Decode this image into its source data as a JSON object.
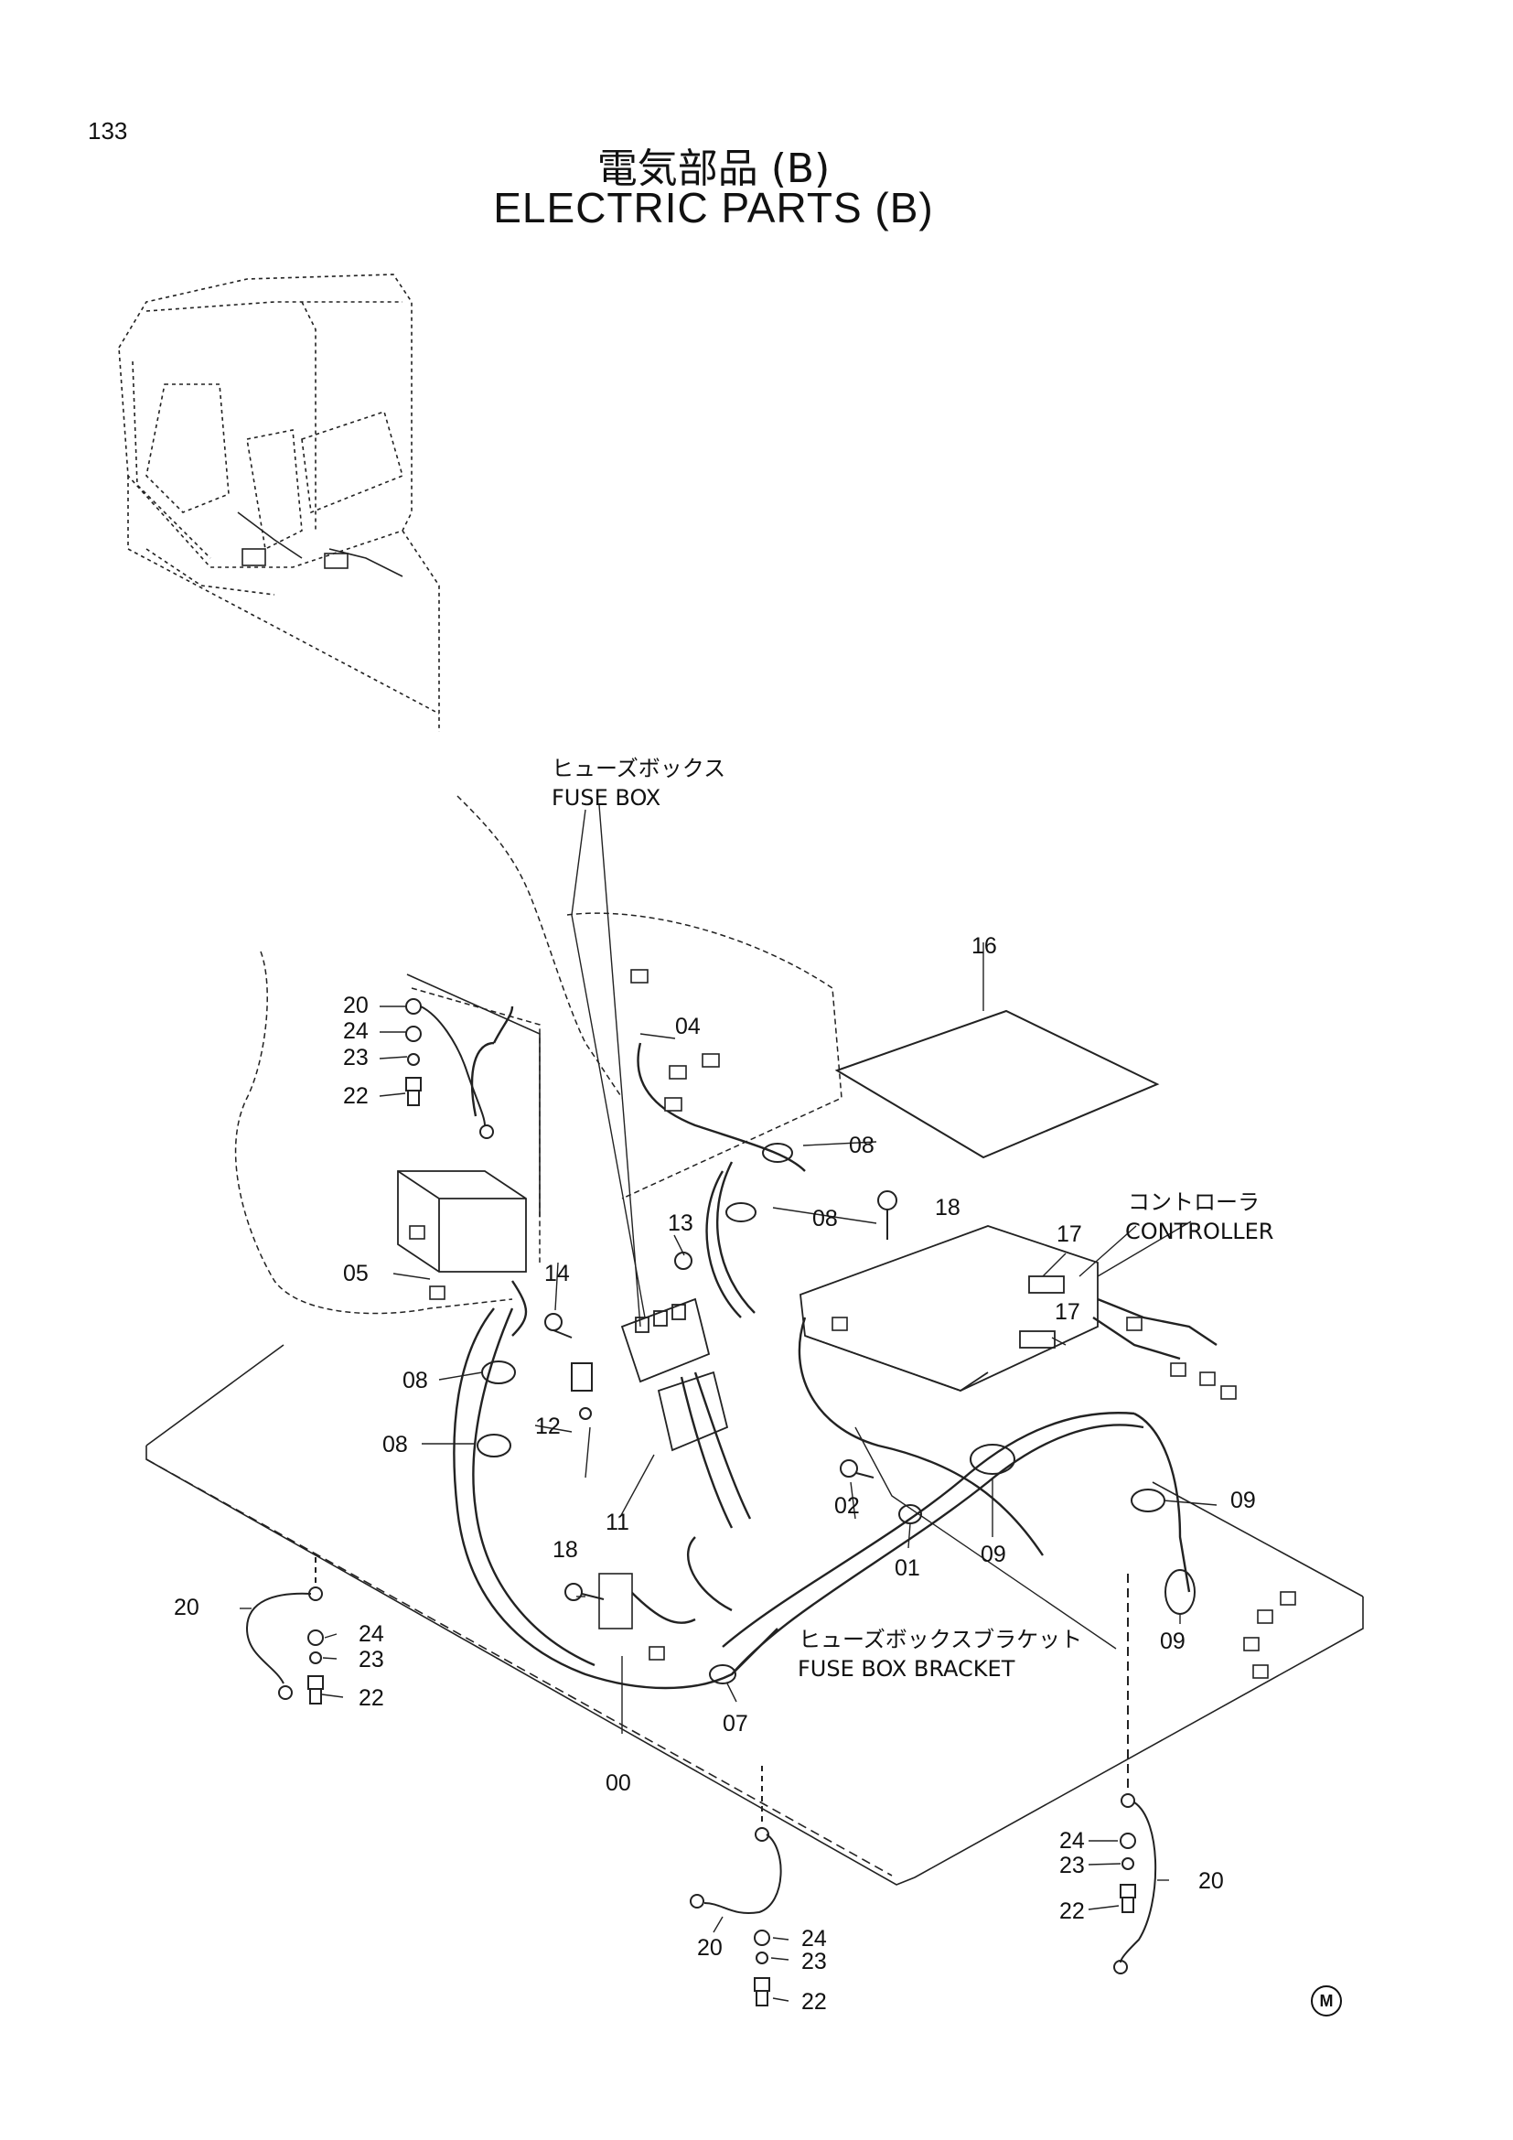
{
  "page_number": "133",
  "title_ja": "電気部品 (B)",
  "title_en": "ELECTRIC  PARTS (B)",
  "callouts": {
    "fuse_box_ja": "ヒューズボックス",
    "fuse_box_en": "FUSE BOX",
    "controller_ja": "コントローラ",
    "controller_en": "CONTROLLER",
    "fuse_box_bracket_ja": "ヒューズボックスブラケット",
    "fuse_box_bracket_en": "FUSE BOX BRACKET"
  },
  "part_numbers": {
    "n00": "00",
    "n01": "01",
    "n02": "02",
    "n04": "04",
    "n05": "05",
    "n07": "07",
    "n08a": "08",
    "n08b": "08",
    "n08c": "08",
    "n08d": "08",
    "n09a": "09",
    "n09b": "09",
    "n09c": "09",
    "n11": "11",
    "n12": "12",
    "n13": "13",
    "n14": "14",
    "n16": "16",
    "n17a": "17",
    "n17b": "17",
    "n18a": "18",
    "n18b": "18",
    "n20a": "20",
    "n20b": "20",
    "n20c": "20",
    "n20d": "20",
    "n22a": "22",
    "n22b": "22",
    "n22c": "22",
    "n22d": "22",
    "n23a": "23",
    "n23b": "23",
    "n23c": "23",
    "n23d": "23",
    "n24a": "24",
    "n24b": "24",
    "n24c": "24",
    "n24d": "24"
  },
  "manufacturer_mark": "M"
}
